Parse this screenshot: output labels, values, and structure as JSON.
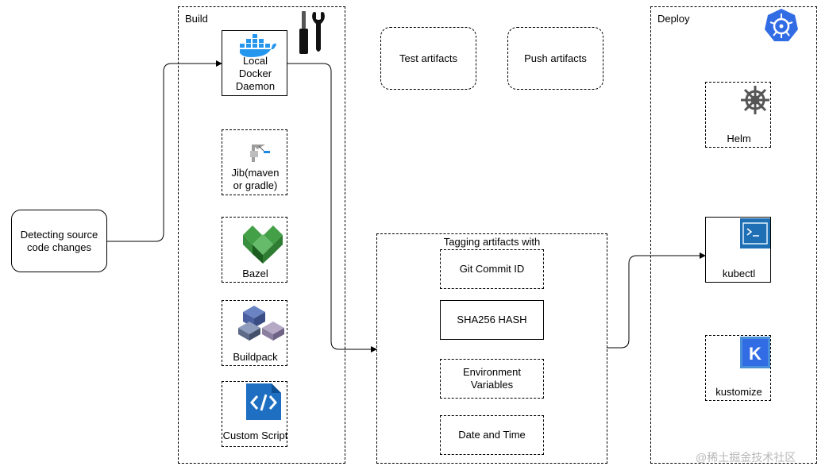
{
  "source": {
    "label": "Detecting source\ncode changes"
  },
  "build": {
    "title": "Build",
    "tools": [
      {
        "name": "local-docker",
        "label": "Local\nDocker\nDaemon",
        "icon": "docker-icon"
      },
      {
        "name": "jib",
        "label": "Jib(maven\nor gradle)",
        "icon": "jib-icon"
      },
      {
        "name": "bazel",
        "label": "Bazel",
        "icon": "bazel-icon"
      },
      {
        "name": "buildpack",
        "label": "Buildpack",
        "icon": "buildpack-icon"
      },
      {
        "name": "custom-script",
        "label": "Custom Script",
        "icon": "code-icon"
      }
    ],
    "tool_icon": "screwdriver-wrench-icon"
  },
  "test": {
    "label": "Test artifacts"
  },
  "push": {
    "label": "Push artifacts"
  },
  "tagging": {
    "title": "Tagging artifacts with",
    "items": [
      "Git Commit ID",
      "SHA256 HASH",
      "Environment\nVariables",
      "Date and Time"
    ]
  },
  "deploy": {
    "title": "Deploy",
    "icon": "kubernetes-icon",
    "tools": [
      {
        "name": "helm",
        "label": "Helm",
        "icon": "helm-icon"
      },
      {
        "name": "kubectl",
        "label": "kubectl",
        "icon": "terminal-icon"
      },
      {
        "name": "kustomize",
        "label": "kustomize",
        "icon": "kustomize-icon"
      }
    ]
  },
  "watermark": "@稀土掘金技术社区",
  "colors": {
    "docker": "#2496ed",
    "kubernetes": "#326ce5",
    "bazel": "#43a047",
    "code": "#1e6fc1",
    "terminal": "#1f6fb5",
    "helm": "#555555"
  }
}
